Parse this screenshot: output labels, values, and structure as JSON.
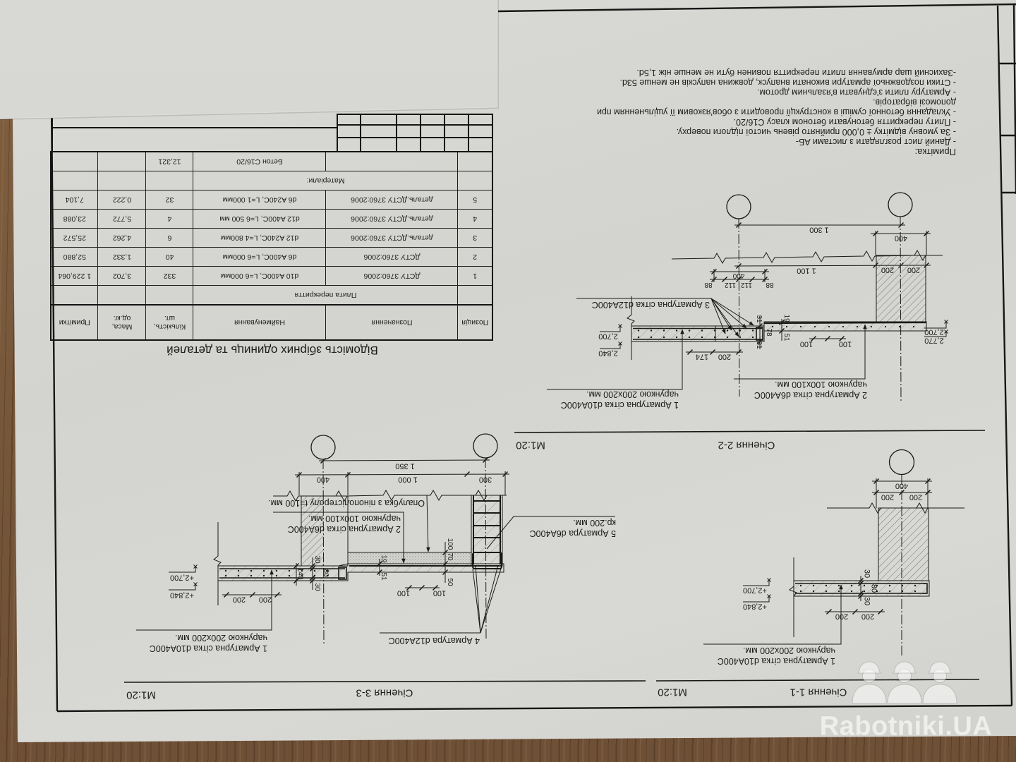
{
  "notes": {
    "title": "Примітка:",
    "lines": [
      "- Даний лист розглядати з листами АБ-",
      "- За умовну відмітку ± 0,000 прийнято рівень чистої підлоги поверху.",
      "- Плиту перекриття бетонувати бетоном класу C16/20.",
      "- Укладання бетонної суміші в конструкції проводити з обов'язковим її ущільненням при",
      "допомозі вібраторів.",
      "- Арматуру плити з'єднувати в'язальним дротом.",
      "- Стики поздовжньої арматури виконати внапуск, довжина напусків не менше 53d.",
      "-Захисний шар армування плити перекриття повинен бути не менше ніж 1,5d."
    ]
  },
  "schedule": {
    "title": "Відомість збірних одиниць та деталей",
    "headers": {
      "pos": "Позиція",
      "designation": "Позначення",
      "name": "Найменування",
      "qty": "Кількість,\nшт.",
      "mass": "Маса,\nод.кг.",
      "note": "Примітки"
    },
    "group_slab": "Плита перекриття",
    "rows": [
      {
        "pos": "1",
        "designation": "ДСТУ 3760:2006",
        "name": "d10 A400C, L=6 000мм",
        "qty": "332",
        "mass": "3,702",
        "note": "1 229,064"
      },
      {
        "pos": "2",
        "designation": "ДСТУ 3760:2006",
        "name": "d6 A400C, L=6 000мм",
        "qty": "40",
        "mass": "1,332",
        "note": "52,880"
      },
      {
        "pos": "3",
        "designation": "деталь.ДСТУ 3760:2006",
        "name": "d12 A240C, L=4 800мм",
        "qty": "6",
        "mass": "4,262",
        "note": "25,572"
      },
      {
        "pos": "4",
        "designation": "деталь.ДСТУ 3760:2006",
        "name": "d12 A400C, L=6 500 мм",
        "qty": "4",
        "mass": "5,772",
        "note": "23,088"
      },
      {
        "pos": "5",
        "designation": "деталь.ДСТУ 3760:2006",
        "name": "d6 A240C, L=1 000мм",
        "qty": "32",
        "mass": "0,222",
        "note": "7,104"
      }
    ],
    "group_materials": "Матеріали:",
    "materials": [
      {
        "name": "Бетон C16/20",
        "qty": "12,321"
      }
    ]
  },
  "sections": {
    "s1": {
      "title": "Січення 1-1",
      "scale": "М1:20",
      "labels": {
        "mesh1": [
          "1 Арматурна сітка d10A400C",
          "чарункою 200x200 мм."
        ]
      },
      "levels": [
        "+2,700",
        "+2,840"
      ],
      "dims": [
        "400",
        "200",
        "200",
        "30",
        "80",
        "30",
        "200",
        "200"
      ]
    },
    "s2": {
      "title": "Січення 2-2",
      "scale": "М1:20",
      "labels": {
        "mesh1": [
          "1 Арматурна сітка d10A400C",
          "чарункою 200x200 мм."
        ],
        "mesh2": [
          "2 Арматурна сітка d6A400C",
          "чарункою 100x100 мм."
        ],
        "mesh3": [
          "3 Арматурна сітка d12A400C"
        ]
      },
      "levels": [
        "2,700",
        "2,840",
        "2,700",
        "2,770"
      ],
      "dims": [
        "1 300",
        "400",
        "1 100",
        "200",
        "200",
        "400",
        "88",
        "112",
        "112",
        "88",
        "31",
        "78",
        "31",
        "19",
        "51",
        "100",
        "100",
        "200",
        "174"
      ]
    },
    "s3": {
      "title": "Січення 3-3",
      "scale": "М1:20",
      "labels": {
        "mesh1": [
          "1 Арматурна сітка d10A400C",
          "чарункою 200x200 мм."
        ],
        "mesh2": [
          "2 Арматурна сітка d6A400C",
          "чарункою 100x100 мм."
        ],
        "formwork": [
          "Опалубка з пінополістеролу t=100 мм."
        ],
        "rebar4": [
          "4 Арматура d12A400C"
        ],
        "rebar5": [
          "5 Арматура d6A400C",
          "кр.200 мм."
        ]
      },
      "levels": [
        "+2,700",
        "+2,840"
      ],
      "dims": [
        "1 350",
        "400",
        "1 000",
        "300",
        "100",
        "70",
        "19",
        "51",
        "50",
        "30",
        "140",
        "80",
        "30",
        "100",
        "100",
        "200",
        "200"
      ]
    }
  },
  "watermark": {
    "text": "Rabotniki.UA",
    "icon": "worker-helmet-icon"
  }
}
